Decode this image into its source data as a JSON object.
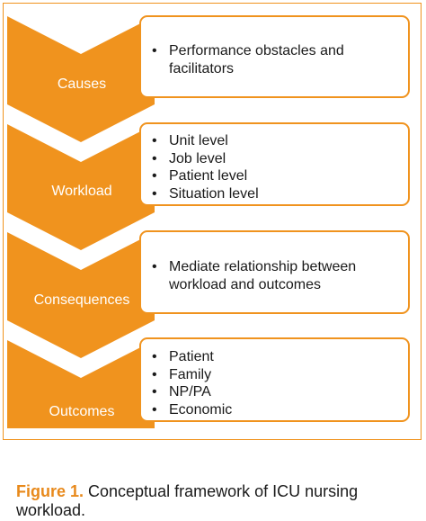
{
  "stages": [
    {
      "label": "Causes",
      "items": [
        "Performance obstacles and facilitators"
      ]
    },
    {
      "label": "Workload",
      "items": [
        "Unit level",
        "Job level",
        "Patient level",
        "Situation level"
      ]
    },
    {
      "label": "Consequences",
      "items": [
        "Mediate relationship between workload and outcomes"
      ]
    },
    {
      "label": "Outcomes",
      "items": [
        "Patient",
        "Family",
        "NP/PA",
        "Economic"
      ]
    }
  ],
  "caption": {
    "label": "Figure 1.",
    "text": " Conceptual framework of ICU nursing workload."
  },
  "colors": {
    "accent": "#f0931e",
    "border": "#f0931e",
    "text": "#1a1a1a"
  }
}
